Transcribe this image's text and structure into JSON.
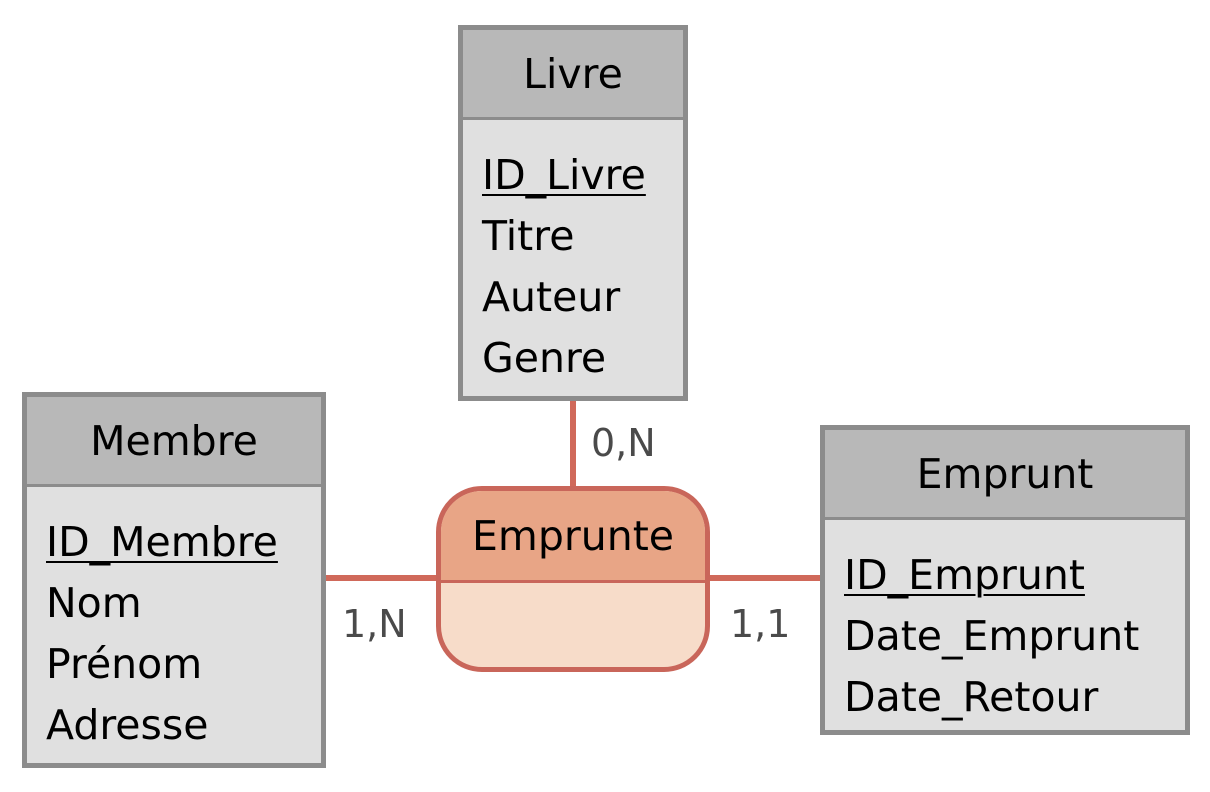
{
  "colors": {
    "entity_header": "#b8b8b8",
    "entity_body": "#e0e0e0",
    "entity_border": "#8c8c8c",
    "relation_header": "#e8a586",
    "relation_body": "#f7dcc9",
    "relation_border": "#c9665a",
    "link": "#d0695a"
  },
  "entities": {
    "livre": {
      "name": "Livre",
      "attributes": [
        {
          "label": "ID_Livre",
          "primary_key": true
        },
        {
          "label": "Titre",
          "primary_key": false
        },
        {
          "label": "Auteur",
          "primary_key": false
        },
        {
          "label": "Genre",
          "primary_key": false
        }
      ]
    },
    "membre": {
      "name": "Membre",
      "attributes": [
        {
          "label": "ID_Membre",
          "primary_key": true
        },
        {
          "label": "Nom",
          "primary_key": false
        },
        {
          "label": "Prénom",
          "primary_key": false
        },
        {
          "label": "Adresse",
          "primary_key": false
        }
      ]
    },
    "emprunt": {
      "name": "Emprunt",
      "attributes": [
        {
          "label": "ID_Emprunt",
          "primary_key": true
        },
        {
          "label": "Date_Emprunt",
          "primary_key": false
        },
        {
          "label": "Date_Retour",
          "primary_key": false
        }
      ]
    }
  },
  "relation": {
    "name": "Emprunte",
    "attributes": []
  },
  "cardinalities": {
    "livre": "0,N",
    "membre": "1,N",
    "emprunt": "1,1"
  }
}
